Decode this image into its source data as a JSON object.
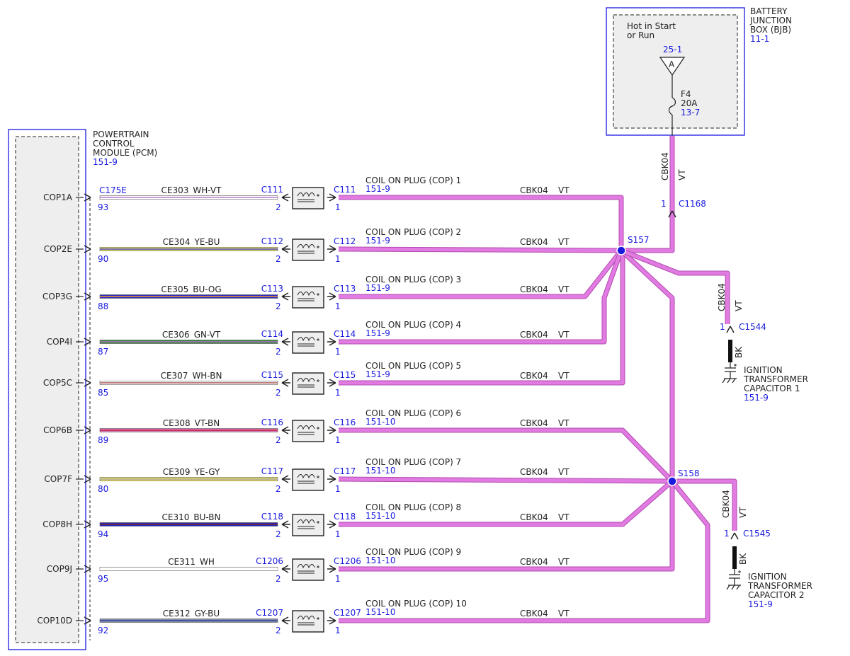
{
  "colors": {
    "blue": "#1a1adf",
    "vt_wire": "#e17ae1",
    "vt_wire_dark": "#b04cb0",
    "box_fill": "#eeeeee",
    "text": "#222222"
  },
  "pcm": {
    "name_lines": [
      "POWERTRAIN",
      "CONTROL",
      "MODULE (PCM)"
    ],
    "ref": "151-9"
  },
  "bjb": {
    "name_lines": [
      "BATTERY",
      "JUNCTION",
      "BOX (BJB)"
    ],
    "ref": "11-1",
    "hot_lines": [
      "Hot in Start",
      "or Run"
    ],
    "pin_ref": "25-1",
    "pin_letter": "A",
    "fuse_lines": [
      "F4",
      "20A"
    ],
    "fuse_ref": "13-7"
  },
  "feed": {
    "circuit": "CBK04",
    "color": "VT",
    "pin": "1",
    "connector": "C1168"
  },
  "splices": [
    {
      "id": "S157"
    },
    {
      "id": "S158"
    }
  ],
  "pcm_connector": "C175E",
  "circuits": [
    {
      "pin_label": "COP1A",
      "pin": "93",
      "circuit": "CE303",
      "wire": "WH-VT",
      "connector": "C111",
      "conn_pin": "2",
      "coil_conn": "C111",
      "coil_pin": "1",
      "coil_name": "COIL ON PLUG (COP) 1",
      "coil_ref": "151-9",
      "out_circuit": "CBK04",
      "out_color": "VT",
      "stripe": [
        "#ffffff",
        "#c080d0"
      ]
    },
    {
      "pin_label": "COP2E",
      "pin": "90",
      "circuit": "CE304",
      "wire": "YE-BU",
      "connector": "C112",
      "conn_pin": "2",
      "coil_conn": "C112",
      "coil_pin": "1",
      "coil_name": "COIL ON PLUG (COP) 2",
      "coil_ref": "151-9",
      "out_circuit": "CBK04",
      "out_color": "VT",
      "stripe": [
        "#f2e24a",
        "#4c4ccc"
      ]
    },
    {
      "pin_label": "COP3G",
      "pin": "88",
      "circuit": "CE305",
      "wire": "BU-OG",
      "connector": "C113",
      "conn_pin": "2",
      "coil_conn": "C113",
      "coil_pin": "1",
      "coil_name": "COIL ON PLUG (COP) 3",
      "coil_ref": "151-9",
      "out_circuit": "CBK04",
      "out_color": "VT",
      "stripe": [
        "#2828c8",
        "#e09030"
      ]
    },
    {
      "pin_label": "COP4I",
      "pin": "87",
      "circuit": "CE306",
      "wire": "GN-VT",
      "connector": "C114",
      "conn_pin": "2",
      "coil_conn": "C114",
      "coil_pin": "1",
      "coil_name": "COIL ON PLUG (COP) 4",
      "coil_ref": "151-9",
      "out_circuit": "CBK04",
      "out_color": "VT",
      "stripe": [
        "#2e8a2e",
        "#b070c8"
      ]
    },
    {
      "pin_label": "COP5C",
      "pin": "85",
      "circuit": "CE307",
      "wire": "WH-BN",
      "connector": "C115",
      "conn_pin": "2",
      "coil_conn": "C115",
      "coil_pin": "1",
      "coil_name": "COIL ON PLUG (COP) 5",
      "coil_ref": "151-9",
      "out_circuit": "CBK04",
      "out_color": "VT",
      "stripe": [
        "#ffffff",
        "#b06060"
      ]
    },
    {
      "pin_label": "COP6B",
      "pin": "89",
      "circuit": "CE308",
      "wire": "VT-BN",
      "connector": "C116",
      "conn_pin": "2",
      "coil_conn": "C116",
      "coil_pin": "1",
      "coil_name": "COIL ON PLUG (COP) 6",
      "coil_ref": "151-10",
      "out_circuit": "CBK04",
      "out_color": "VT",
      "stripe": [
        "#e080c0",
        "#c02040"
      ]
    },
    {
      "pin_label": "COP7F",
      "pin": "80",
      "circuit": "CE309",
      "wire": "YE-GY",
      "connector": "C117",
      "conn_pin": "2",
      "coil_conn": "C117",
      "coil_pin": "1",
      "coil_name": "COIL ON PLUG (COP) 7",
      "coil_ref": "151-10",
      "out_circuit": "CBK04",
      "out_color": "VT",
      "stripe": [
        "#f2e24a",
        "#a8a8a8"
      ]
    },
    {
      "pin_label": "COP8H",
      "pin": "94",
      "circuit": "CE310",
      "wire": "BU-BN",
      "connector": "C118",
      "conn_pin": "2",
      "coil_conn": "C118",
      "coil_pin": "1",
      "coil_name": "COIL ON PLUG (COP) 8",
      "coil_ref": "151-10",
      "out_circuit": "CBK04",
      "out_color": "VT",
      "stripe": [
        "#2020c0",
        "#7a2e2e"
      ]
    },
    {
      "pin_label": "COP9J",
      "pin": "95",
      "circuit": "CE311",
      "wire": "WH",
      "connector": "C1206",
      "conn_pin": "2",
      "coil_conn": "C1206",
      "coil_pin": "1",
      "coil_name": "COIL ON PLUG (COP) 9",
      "coil_ref": "151-10",
      "out_circuit": "CBK04",
      "out_color": "VT",
      "stripe": [
        "#ffffff",
        "#ffffff"
      ]
    },
    {
      "pin_label": "COP10D",
      "pin": "92",
      "circuit": "CE312",
      "wire": "GY-BU",
      "connector": "C1207",
      "conn_pin": "2",
      "coil_conn": "C1207",
      "coil_pin": "1",
      "coil_name": "COIL ON PLUG (COP) 10",
      "coil_ref": "151-10",
      "out_circuit": "CBK04",
      "out_color": "VT",
      "stripe": [
        "#8a8aaa",
        "#2c4ca0"
      ]
    }
  ],
  "capacitors": [
    {
      "circuit": "CBK04",
      "color": "VT",
      "pin": "1",
      "connector": "C1544",
      "ground_wire": "BK",
      "name_lines": [
        "IGNITION",
        "TRANSFORMER",
        "CAPACITOR 1"
      ],
      "ref": "151-9"
    },
    {
      "circuit": "CBK04",
      "color": "VT",
      "pin": "1",
      "connector": "C1545",
      "ground_wire": "BK",
      "name_lines": [
        "IGNITION",
        "TRANSFORMER",
        "CAPACITOR 2"
      ],
      "ref": "151-9"
    }
  ]
}
